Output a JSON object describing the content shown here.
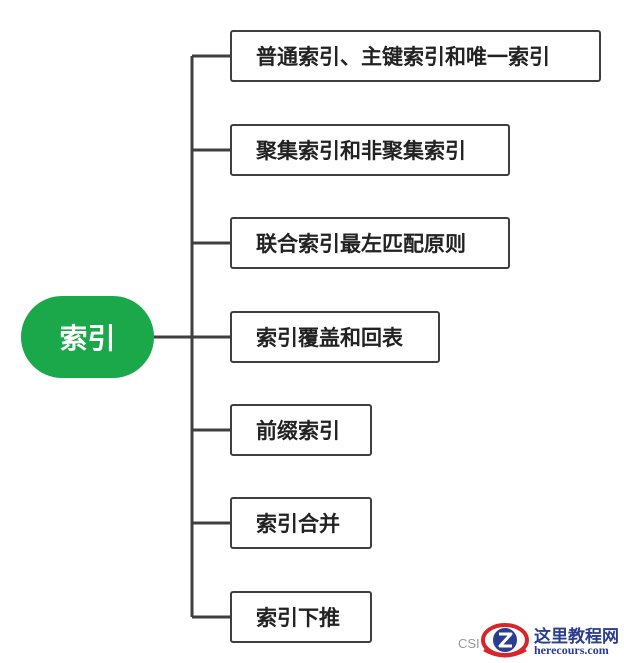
{
  "mindmap": {
    "root": "索引",
    "branches": [
      "普通索引、主键索引和唯一索引",
      "聚集索引和非聚集索引",
      "联合索引最左匹配原则",
      "索引覆盖和回表",
      "前缀索引",
      "索引合并",
      "索引下推"
    ]
  },
  "watermark": {
    "prefix": "CSI",
    "title": "这里教程网",
    "url": "herecours.com"
  },
  "colors": {
    "root_fill": "#1aa84a",
    "connector": "#3f3f3f",
    "box_border": "#3f3f3f",
    "watermark_blue": "#2a3d8f",
    "watermark_red": "#d6252b"
  }
}
